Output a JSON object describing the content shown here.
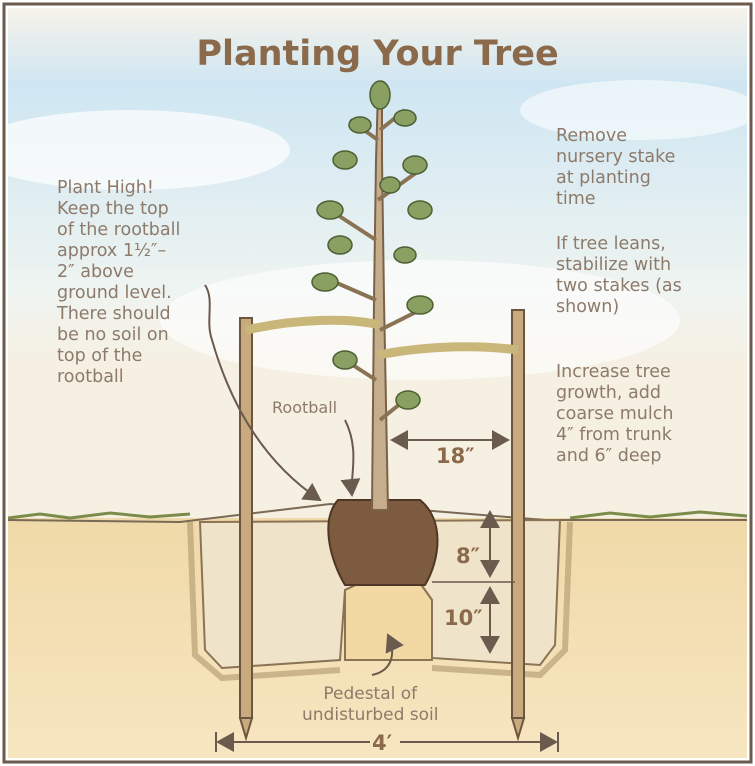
{
  "title": "Planting Your Tree",
  "notes": {
    "plant_high": "Plant High!\nKeep the top\nof the rootball\napprox 1½″–\n2″ above\nground level.\nThere should\nbe no soil on\ntop of the\nrootball",
    "remove_stake": "Remove\nnursery stake\nat planting\ntime",
    "tree_leans": "If tree leans,\nstabilize with\ntwo stakes (as\nshown)",
    "growth": "Increase tree\ngrowth, add\ncoarse mulch\n4″ from trunk\nand 6″ deep"
  },
  "labels": {
    "rootball": "Rootball",
    "pedestal": "Pedestal of\nundisturbed soil"
  },
  "dimensions": {
    "stake_distance": "18″",
    "rootball_depth": "8″",
    "pedestal_depth": "10″",
    "hole_width": "4′"
  },
  "colors": {
    "title": "#8b6a4c",
    "text": "#8e7a6a",
    "frame": "#6b5a4e",
    "sky": "#cfe6f2",
    "soil": "#f1dcae"
  }
}
